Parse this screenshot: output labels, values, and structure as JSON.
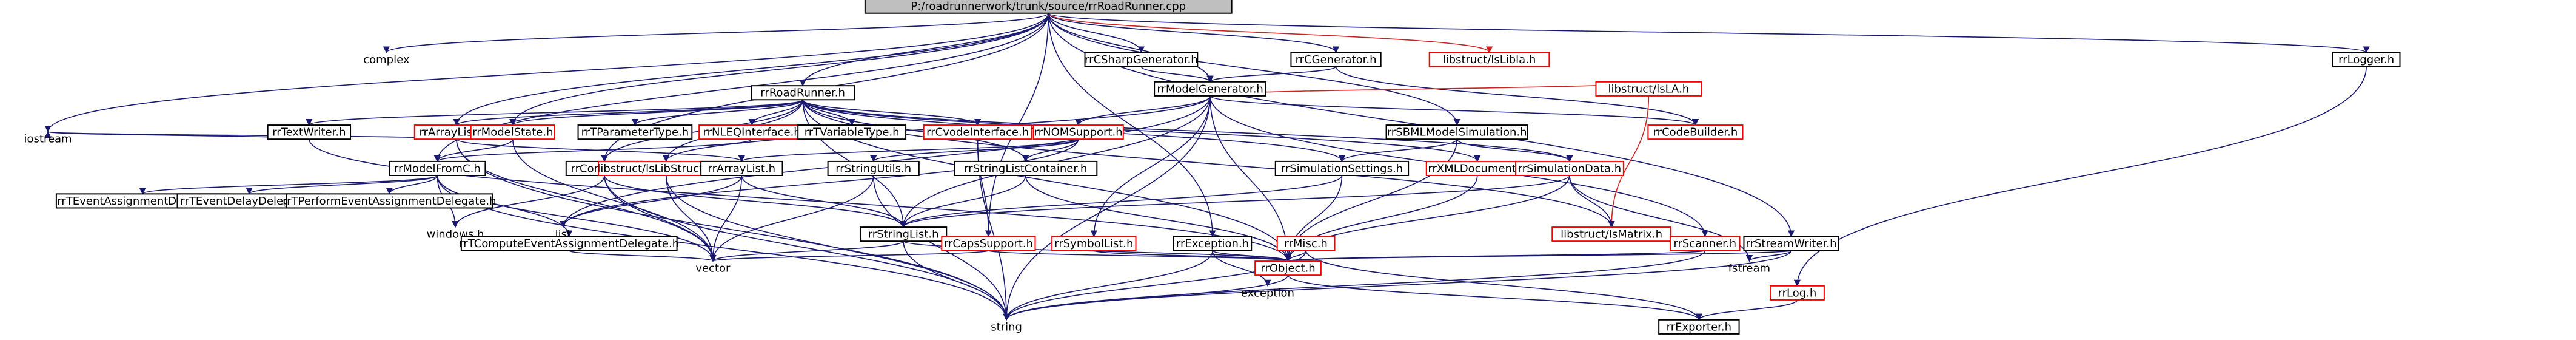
{
  "colors": {
    "root_fill": "#bfbfbf",
    "box_border_black": "#000000",
    "box_border_red": "#ff0000",
    "edge_main": "#191970",
    "edge_red": "#cc2222",
    "text": "#000000"
  },
  "nodes": [
    {
      "id": "root",
      "label": "P:/roadrunnerwork/trunk/source/rrRoadRunner.cpp",
      "style": "root"
    },
    {
      "id": "complex",
      "label": "complex",
      "style": "plain"
    },
    {
      "id": "iostream",
      "label": "iostream",
      "style": "plain"
    },
    {
      "id": "rrCSharpGenerator",
      "label": "rrCSharpGenerator.h",
      "style": "black"
    },
    {
      "id": "rrCGenerator",
      "label": "rrCGenerator.h",
      "style": "black"
    },
    {
      "id": "libstructLibla",
      "label": "libstruct/lsLibla.h",
      "style": "red"
    },
    {
      "id": "rrLogger",
      "label": "rrLogger.h",
      "style": "black"
    },
    {
      "id": "rrModelGenerator",
      "label": "rrModelGenerator.h",
      "style": "black"
    },
    {
      "id": "libstructLA",
      "label": "libstruct/lsLA.h",
      "style": "red"
    },
    {
      "id": "rrRoadRunner",
      "label": "rrRoadRunner.h",
      "style": "black"
    },
    {
      "id": "rrTextWriter",
      "label": "rrTextWriter.h",
      "style": "black"
    },
    {
      "id": "rrArrayList2",
      "label": "rrArrayList2.h",
      "style": "red"
    },
    {
      "id": "rrModelState",
      "label": "rrModelState.h",
      "style": "red"
    },
    {
      "id": "rrTParameterType",
      "label": "rrTParameterType.h",
      "style": "black"
    },
    {
      "id": "rrNLEQInterface",
      "label": "rrNLEQInterface.h",
      "style": "red"
    },
    {
      "id": "rrTVariableType",
      "label": "rrTVariableType.h",
      "style": "black"
    },
    {
      "id": "rrCvodeInterface",
      "label": "rrCvodeInterface.h",
      "style": "red"
    },
    {
      "id": "rrNOMSupport",
      "label": "rrNOMSupport.h",
      "style": "red"
    },
    {
      "id": "rrSBMLModelSimulation",
      "label": "rrSBMLModelSimulation.h",
      "style": "black"
    },
    {
      "id": "rrCodeBuilder",
      "label": "rrCodeBuilder.h",
      "style": "red"
    },
    {
      "id": "rrModelFromC",
      "label": "rrModelFromC.h",
      "style": "black"
    },
    {
      "id": "rrCompiler",
      "label": "rrCompiler.h",
      "style": "black"
    },
    {
      "id": "libstructLibStructural",
      "label": "libstruct/lsLibStructural.h",
      "style": "red"
    },
    {
      "id": "rrArrayList",
      "label": "rrArrayList.h",
      "style": "black"
    },
    {
      "id": "rrStringUtils",
      "label": "rrStringUtils.h",
      "style": "black"
    },
    {
      "id": "rrStringListContainer",
      "label": "rrStringListContainer.h",
      "style": "black"
    },
    {
      "id": "rrSimulationSettings",
      "label": "rrSimulationSettings.h",
      "style": "black"
    },
    {
      "id": "rrXMLDocument",
      "label": "rrXMLDocument.h",
      "style": "red"
    },
    {
      "id": "rrSimulationData",
      "label": "rrSimulationData.h",
      "style": "red"
    },
    {
      "id": "rrTEventAssignmentDelegate",
      "label": "rrTEventAssignmentDelegate.h",
      "style": "black"
    },
    {
      "id": "rrTEventDelayDelegate",
      "label": "rrTEventDelayDelegate.h",
      "style": "black"
    },
    {
      "id": "rrTPerformEventAssignmentDelegate",
      "label": "rrTPerformEventAssignmentDelegate.h",
      "style": "black"
    },
    {
      "id": "windows",
      "label": "windows.h",
      "style": "plain"
    },
    {
      "id": "list",
      "label": "list",
      "style": "plain"
    },
    {
      "id": "rrStringList",
      "label": "rrStringList.h",
      "style": "black"
    },
    {
      "id": "rrCapsSupport",
      "label": "rrCapsSupport.h",
      "style": "red"
    },
    {
      "id": "rrSymbolList",
      "label": "rrSymbolList.h",
      "style": "red"
    },
    {
      "id": "rrException",
      "label": "rrException.h",
      "style": "black"
    },
    {
      "id": "rrMisc",
      "label": "rrMisc.h",
      "style": "red"
    },
    {
      "id": "libstructMatrix",
      "label": "libstruct/lsMatrix.h",
      "style": "red"
    },
    {
      "id": "rrScanner",
      "label": "rrScanner.h",
      "style": "red"
    },
    {
      "id": "rrStreamWriter",
      "label": "rrStreamWriter.h",
      "style": "black"
    },
    {
      "id": "rrTComputeEventAssignmentDelegate",
      "label": "rrTComputeEventAssignmentDelegate.h",
      "style": "black"
    },
    {
      "id": "vector",
      "label": "vector",
      "style": "plain"
    },
    {
      "id": "rrObject",
      "label": "rrObject.h",
      "style": "red"
    },
    {
      "id": "exception",
      "label": "exception",
      "style": "plain"
    },
    {
      "id": "fstream",
      "label": "fstream",
      "style": "plain"
    },
    {
      "id": "rrLog",
      "label": "rrLog.h",
      "style": "red"
    },
    {
      "id": "string",
      "label": "string",
      "style": "plain"
    },
    {
      "id": "rrExporter",
      "label": "rrExporter.h",
      "style": "black"
    }
  ],
  "edges": [
    {
      "from": "root",
      "to": "complex",
      "color": "main"
    },
    {
      "from": "root",
      "to": "iostream",
      "color": "main"
    },
    {
      "from": "root",
      "to": "rrCSharpGenerator",
      "color": "main"
    },
    {
      "from": "root",
      "to": "rrCGenerator",
      "color": "main"
    },
    {
      "from": "root",
      "to": "libstructLibla",
      "color": "red"
    },
    {
      "from": "root",
      "to": "rrLogger",
      "color": "main"
    },
    {
      "from": "root",
      "to": "rrModelGenerator",
      "color": "main"
    },
    {
      "from": "root",
      "to": "rrRoadRunner",
      "color": "main"
    },
    {
      "from": "root",
      "to": "rrArrayList2",
      "color": "main"
    },
    {
      "from": "root",
      "to": "rrModelState",
      "color": "main"
    },
    {
      "from": "root",
      "to": "rrCompiler",
      "color": "main"
    },
    {
      "from": "root",
      "to": "rrSBMLModelSimulation",
      "color": "main"
    },
    {
      "from": "root",
      "to": "rrModelFromC",
      "color": "main"
    },
    {
      "from": "root",
      "to": "rrCapsSupport",
      "color": "main"
    },
    {
      "from": "root",
      "to": "rrException",
      "color": "main"
    },
    {
      "from": "root",
      "to": "rrStreamWriter",
      "color": "main"
    },
    {
      "from": "rrCSharpGenerator",
      "to": "rrModelGenerator",
      "color": "main"
    },
    {
      "from": "rrCGenerator",
      "to": "rrModelGenerator",
      "color": "main"
    },
    {
      "from": "rrCGenerator",
      "to": "rrCodeBuilder",
      "color": "main"
    },
    {
      "from": "rrLogger",
      "to": "rrLog",
      "color": "main"
    },
    {
      "from": "rrModelGenerator",
      "to": "libstructLA",
      "color": "red"
    },
    {
      "from": "rrModelGenerator",
      "to": "rrNOMSupport",
      "color": "main"
    },
    {
      "from": "rrModelGenerator",
      "to": "rrScanner",
      "color": "main"
    },
    {
      "from": "rrModelGenerator",
      "to": "rrCodeBuilder",
      "color": "main"
    },
    {
      "from": "rrModelGenerator",
      "to": "rrSymbolList",
      "color": "main"
    },
    {
      "from": "rrModelGenerator",
      "to": "libstructLibStructural",
      "color": "main"
    },
    {
      "from": "rrModelGenerator",
      "to": "rrStringList",
      "color": "main"
    },
    {
      "from": "rrModelGenerator",
      "to": "rrObject",
      "color": "main"
    },
    {
      "from": "rrModelGenerator",
      "to": "string",
      "color": "main"
    },
    {
      "from": "rrModelGenerator",
      "to": "list",
      "color": "main"
    },
    {
      "from": "libstructLA",
      "to": "libstructMatrix",
      "color": "red"
    },
    {
      "from": "rrRoadRunner",
      "to": "rrTextWriter",
      "color": "main"
    },
    {
      "from": "rrRoadRunner",
      "to": "rrArrayList2",
      "color": "main"
    },
    {
      "from": "rrRoadRunner",
      "to": "rrModelState",
      "color": "main"
    },
    {
      "from": "rrRoadRunner",
      "to": "rrTParameterType",
      "color": "main"
    },
    {
      "from": "rrRoadRunner",
      "to": "rrNLEQInterface",
      "color": "main"
    },
    {
      "from": "rrRoadRunner",
      "to": "rrTVariableType",
      "color": "main"
    },
    {
      "from": "rrRoadRunner",
      "to": "rrCvodeInterface",
      "color": "main"
    },
    {
      "from": "rrRoadRunner",
      "to": "rrSimulationSettings",
      "color": "main"
    },
    {
      "from": "rrRoadRunner",
      "to": "rrXMLDocument",
      "color": "main"
    },
    {
      "from": "rrRoadRunner",
      "to": "rrSimulationData",
      "color": "main"
    },
    {
      "from": "rrRoadRunner",
      "to": "rrCompiler",
      "color": "main"
    },
    {
      "from": "rrRoadRunner",
      "to": "rrStringListContainer",
      "color": "main"
    },
    {
      "from": "rrRoadRunner",
      "to": "libstructLibStructural",
      "color": "main"
    },
    {
      "from": "rrRoadRunner",
      "to": "rrStringList",
      "color": "main"
    },
    {
      "from": "rrRoadRunner",
      "to": "libstructMatrix",
      "color": "main"
    },
    {
      "from": "rrRoadRunner",
      "to": "rrObject",
      "color": "main"
    },
    {
      "from": "rrTextWriter",
      "to": "iostream",
      "color": "main"
    },
    {
      "from": "rrTextWriter",
      "to": "rrObject",
      "color": "main"
    },
    {
      "from": "rrArrayList2",
      "to": "rrArrayList",
      "color": "main"
    },
    {
      "from": "rrArrayList2",
      "to": "iostream",
      "color": "main"
    },
    {
      "from": "rrArrayList2",
      "to": "vector",
      "color": "main"
    },
    {
      "from": "rrArrayList2",
      "to": "string",
      "color": "main"
    },
    {
      "from": "rrModelState",
      "to": "rrModelFromC",
      "color": "main"
    },
    {
      "from": "rrModelState",
      "to": "vector",
      "color": "main"
    },
    {
      "from": "rrNLEQInterface",
      "to": "rrModelFromC",
      "color": "main"
    },
    {
      "from": "rrCvodeInterface",
      "to": "rrCapsSupport",
      "color": "main"
    },
    {
      "from": "rrCvodeInterface",
      "to": "string",
      "color": "main"
    },
    {
      "from": "rrNOMSupport",
      "to": "rrStringListContainer",
      "color": "main"
    },
    {
      "from": "rrNOMSupport",
      "to": "rrArrayList",
      "color": "main"
    },
    {
      "from": "rrNOMSupport",
      "to": "rrStringUtils",
      "color": "main"
    },
    {
      "from": "rrNOMSupport",
      "to": "list",
      "color": "main"
    },
    {
      "from": "rrSBMLModelSimulation",
      "to": "rrSimulationSettings",
      "color": "main"
    },
    {
      "from": "rrSBMLModelSimulation",
      "to": "rrSimulationData",
      "color": "main"
    },
    {
      "from": "rrSBMLModelSimulation",
      "to": "rrObject",
      "color": "main"
    },
    {
      "from": "rrModelFromC",
      "to": "rrTEventAssignmentDelegate",
      "color": "main"
    },
    {
      "from": "rrModelFromC",
      "to": "rrTEventDelayDelegate",
      "color": "main"
    },
    {
      "from": "rrModelFromC",
      "to": "rrTPerformEventAssignmentDelegate",
      "color": "main"
    },
    {
      "from": "rrModelFromC",
      "to": "rrTComputeEventAssignmentDelegate",
      "color": "main"
    },
    {
      "from": "rrModelFromC",
      "to": "windows",
      "color": "main"
    },
    {
      "from": "rrModelFromC",
      "to": "vector",
      "color": "main"
    },
    {
      "from": "rrModelFromC",
      "to": "string",
      "color": "main"
    },
    {
      "from": "rrCompiler",
      "to": "windows",
      "color": "main"
    },
    {
      "from": "rrCompiler",
      "to": "rrStringList",
      "color": "main"
    },
    {
      "from": "rrCompiler",
      "to": "vector",
      "color": "main"
    },
    {
      "from": "rrCompiler",
      "to": "string",
      "color": "main"
    },
    {
      "from": "libstructLibStructural",
      "to": "vector",
      "color": "main"
    },
    {
      "from": "libstructLibStructural",
      "to": "string",
      "color": "main"
    },
    {
      "from": "rrArrayList",
      "to": "rrStringList",
      "color": "main"
    },
    {
      "from": "rrArrayList",
      "to": "list",
      "color": "main"
    },
    {
      "from": "rrArrayList",
      "to": "vector",
      "color": "main"
    },
    {
      "from": "rrStringUtils",
      "to": "vector",
      "color": "main"
    },
    {
      "from": "rrStringUtils",
      "to": "string",
      "color": "main"
    },
    {
      "from": "rrStringListContainer",
      "to": "rrStringList",
      "color": "main"
    },
    {
      "from": "rrStringListContainer",
      "to": "rrObject",
      "color": "main"
    },
    {
      "from": "rrSimulationSettings",
      "to": "rrStringList",
      "color": "main"
    },
    {
      "from": "rrSimulationSettings",
      "to": "rrObject",
      "color": "main"
    },
    {
      "from": "rrXMLDocument",
      "to": "rrObject",
      "color": "main"
    },
    {
      "from": "rrSimulationData",
      "to": "libstructMatrix",
      "color": "main"
    },
    {
      "from": "rrSimulationData",
      "to": "rrStringList",
      "color": "main"
    },
    {
      "from": "rrSimulationData",
      "to": "rrObject",
      "color": "main"
    },
    {
      "from": "rrSimulationData",
      "to": "fstream",
      "color": "main"
    },
    {
      "from": "rrTComputeEventAssignmentDelegate",
      "to": "vector",
      "color": "main"
    },
    {
      "from": "rrStringList",
      "to": "vector",
      "color": "main"
    },
    {
      "from": "rrStringList",
      "to": "string",
      "color": "main"
    },
    {
      "from": "rrStringList",
      "to": "rrObject",
      "color": "main"
    },
    {
      "from": "rrCapsSupport",
      "to": "rrObject",
      "color": "main"
    },
    {
      "from": "rrCapsSupport",
      "to": "vector",
      "color": "main"
    },
    {
      "from": "rrSymbolList",
      "to": "rrObject",
      "color": "main"
    },
    {
      "from": "rrException",
      "to": "exception",
      "color": "main"
    },
    {
      "from": "rrException",
      "to": "rrObject",
      "color": "main"
    },
    {
      "from": "rrException",
      "to": "string",
      "color": "main"
    },
    {
      "from": "rrMisc",
      "to": "rrObject",
      "color": "main"
    },
    {
      "from": "rrMisc",
      "to": "rrExporter",
      "color": "main"
    },
    {
      "from": "rrMisc",
      "to": "string",
      "color": "main"
    },
    {
      "from": "rrScanner",
      "to": "rrObject",
      "color": "main"
    },
    {
      "from": "rrScanner",
      "to": "string",
      "color": "main"
    },
    {
      "from": "rrStreamWriter",
      "to": "fstream",
      "color": "main"
    },
    {
      "from": "rrStreamWriter",
      "to": "string",
      "color": "main"
    },
    {
      "from": "rrStreamWriter",
      "to": "rrObject",
      "color": "main"
    },
    {
      "from": "rrObject",
      "to": "string",
      "color": "main"
    },
    {
      "from": "rrObject",
      "to": "rrExporter",
      "color": "main"
    },
    {
      "from": "rrLog",
      "to": "rrExporter",
      "color": "main"
    }
  ]
}
